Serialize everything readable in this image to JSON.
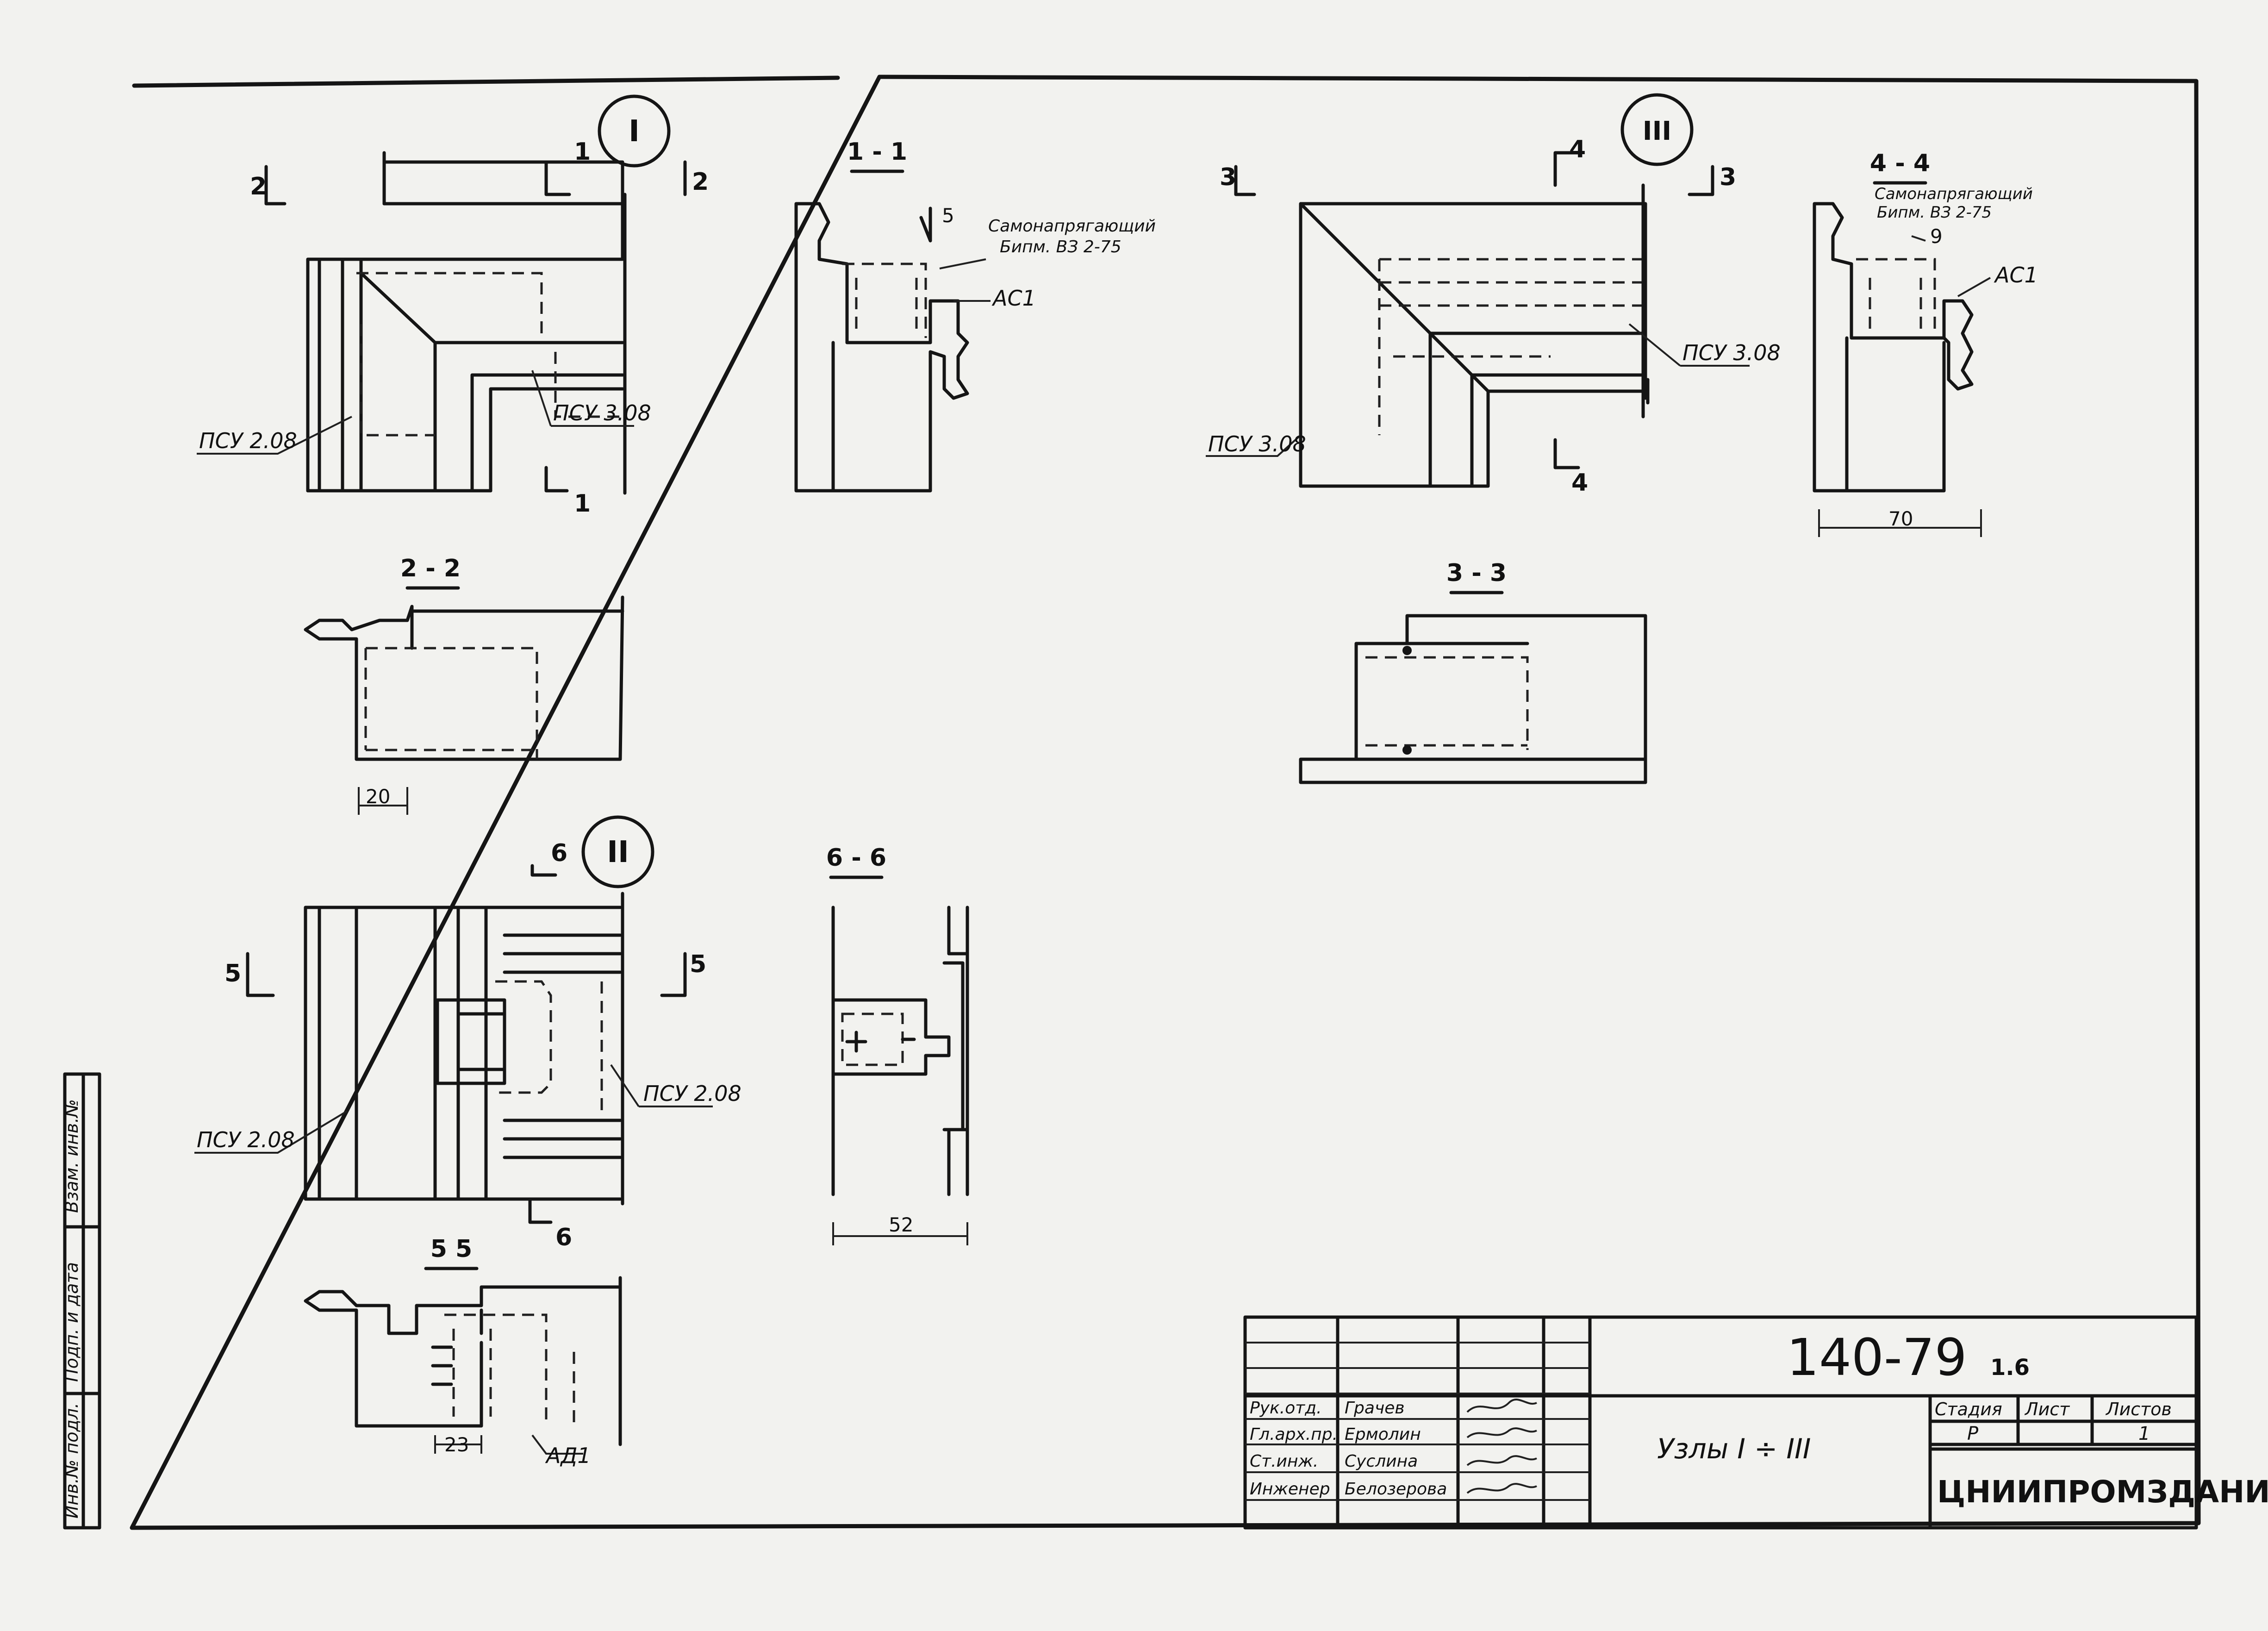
{
  "drawing": {
    "section_labels": {
      "s11": "1 - 1",
      "s22": "2 - 2",
      "s33": "3 - 3",
      "s44": "4 - 4",
      "s55": "5 5",
      "s66": "6 - 6"
    },
    "node_markers": {
      "n1": "I",
      "n2": "II",
      "n3": "III"
    },
    "cut_marks": {
      "c1a": "1",
      "c1b": "1",
      "c2a": "2",
      "c2b": "2",
      "c3a": "3",
      "c3b": "3",
      "c4a": "4",
      "c4b": "4",
      "c5a": "5",
      "c5b": "5",
      "c6a": "6",
      "c6b": "6"
    },
    "callouts": {
      "psu208_a": "ПСУ 2.08",
      "psu308_a": "ПСУ 3.08",
      "psu308_b": "ПСУ 3.08",
      "psu308_c": "ПСУ 3.08",
      "psu208_b": "ПСУ 2.08",
      "psu208_c": "ПСУ 2.08",
      "ac1_a": "АС1",
      "ac1_b": "АС1",
      "ad1": "АД1",
      "sealant_a_l1": "Самонапрягающий",
      "sealant_a_l2": "Бипм. ВЗ 2-75",
      "sealant_b_l1": "Самонапрягающий",
      "sealant_b_l2": "Бипм. ВЗ 2-75"
    },
    "dimensions": {
      "d5": "5",
      "d9": "9",
      "d70": "70",
      "d20": "20",
      "d23": "23",
      "d52": "52"
    }
  },
  "side_stamp": {
    "cells": [
      "Взам. инв.№",
      "Подп. и дата",
      "Инв.№ подл."
    ]
  },
  "title_block": {
    "doc_number": "140-79",
    "doc_suffix": "1.6",
    "title": "Узлы I ÷ III",
    "stage_header": "Стадия",
    "sheet_header": "Лист",
    "sheets_header": "Листов",
    "stage": "Р",
    "sheets": "1",
    "organization": "ЦНИИПРОМЗДАНИЙ",
    "roles": [
      {
        "role": "Рук.отд.",
        "name": "Грачев"
      },
      {
        "role": "Гл.арх.пр.",
        "name": "Ермолин"
      },
      {
        "role": "Ст.инж.",
        "name": "Суслина"
      },
      {
        "role": "Инженер",
        "name": "Белозерова"
      }
    ]
  }
}
